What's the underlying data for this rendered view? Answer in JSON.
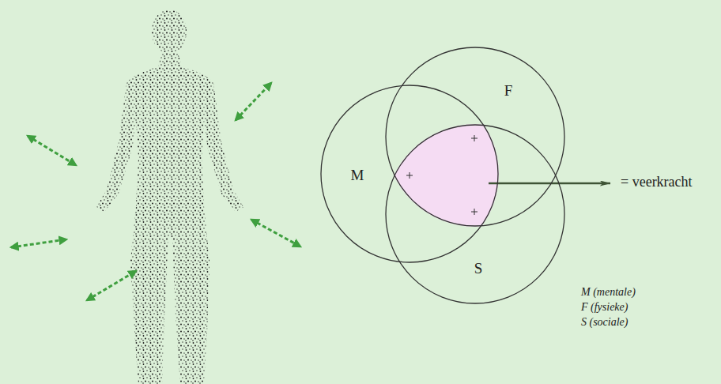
{
  "diagram": {
    "nodes": [
      {
        "text": [
          "F"
        ]
      },
      {
        "text": [
          "M"
        ]
      },
      {
        "text": [
          "S"
        ]
      }
    ],
    "labels": [
      "= veerkracht",
      "M (mentale)",
      "F (fysieke)",
      "S (sociale)"
    ]
  }
}
